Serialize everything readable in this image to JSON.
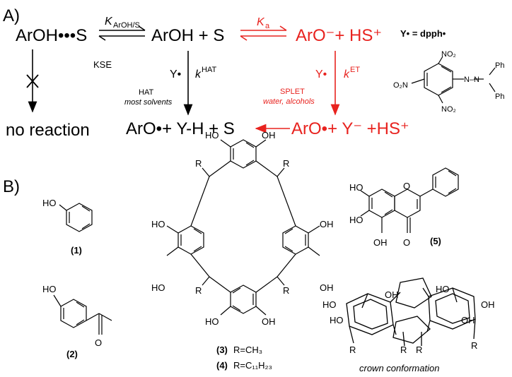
{
  "colors": {
    "red": "#e8231f",
    "black": "#000000"
  },
  "panel_a": {
    "label": "A)",
    "complex": "ArOH•••S",
    "k_equilibrium": "K",
    "k_equilibrium_sub": "ArOH/S",
    "reactants": "ArOH  + S",
    "ka": "K",
    "ka_sub": "a",
    "ionized": "ArO⁻+ HS⁺",
    "radical_def": "Y• = dpph•",
    "kse": "KSE",
    "no_reaction": "no reaction",
    "y_radical_left": "Y•",
    "k_hat": "k",
    "k_hat_sup": "HAT",
    "hat_label": "HAT",
    "hat_note": "most solvents",
    "splet_label": "SPLET",
    "splet_note": "water, alcohols",
    "y_radical_right": "Y•",
    "k_et": "k",
    "k_et_sup": "ET",
    "products_hat": "ArO•+ Y-H + S",
    "products_splet": "ArO•+ Y⁻ +HS⁺",
    "dpph": {
      "no2_top": "NO₂",
      "no2_left": "O₂N",
      "no2_bottom": "NO₂",
      "ph1": "Ph",
      "ph2": "Ph",
      "nn": "N–N"
    }
  },
  "panel_b": {
    "label": "B)",
    "c1": {
      "label": "(1)",
      "oh": "HO"
    },
    "c2": {
      "label": "(2)",
      "oh": "HO",
      "o": "O"
    },
    "c3": {
      "label3": "(3)",
      "text3": "R=CH₃",
      "label4": "(4)",
      "text4": "R=C₁₁H₂₃",
      "oh": "HO",
      "ohr": "OH",
      "r": "R"
    },
    "c5": {
      "label": "(5)",
      "oh": "HO",
      "ohb": "OH",
      "o": "O"
    },
    "crown": {
      "caption": "crown conformation",
      "ho": "HO",
      "oh": "OH",
      "r": "R"
    }
  }
}
